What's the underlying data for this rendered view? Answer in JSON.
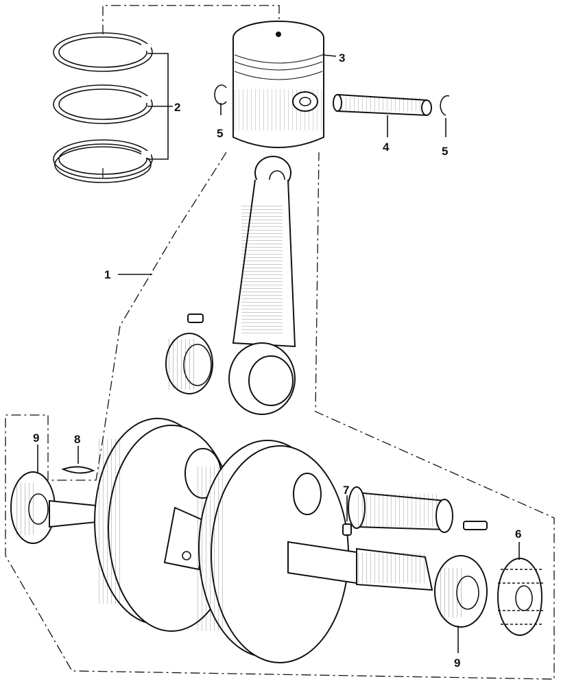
{
  "callouts": {
    "c1": "1",
    "c2": "2",
    "c3": "3",
    "c4": "4",
    "c5a": "5",
    "c5b": "5",
    "c6": "6",
    "c7": "7",
    "c8": "8",
    "c9a": "9",
    "c9b": "9"
  }
}
